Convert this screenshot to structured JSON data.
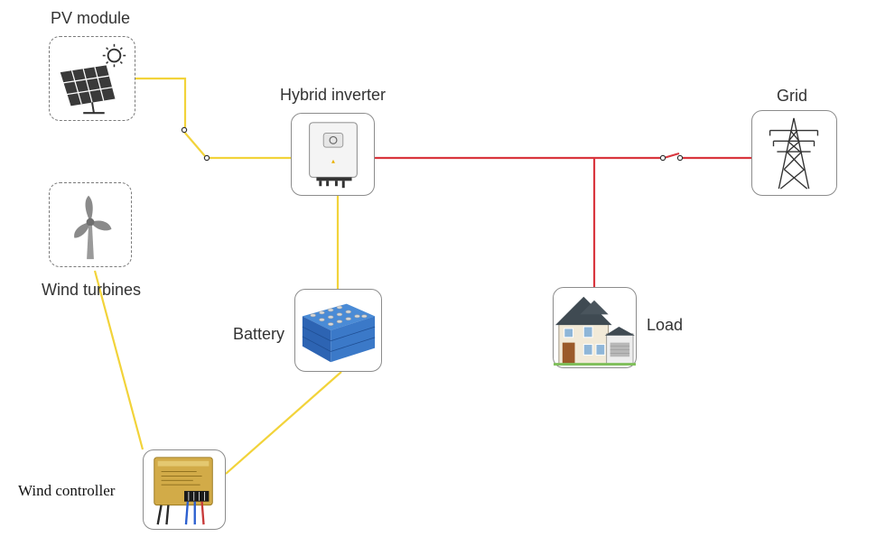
{
  "labels": {
    "pv_module": "PV module",
    "hybrid_inverter": "Hybrid inverter",
    "grid": "Grid",
    "wind_turbines": "Wind turbines",
    "battery": "Battery",
    "load": "Load",
    "wind_controller": "Wind controller"
  },
  "colors": {
    "dc_line": "#f2d33a",
    "ac_line": "#d9363e",
    "box_border": "#7a7a7a"
  },
  "icons": {
    "pv_module": "solar-panel-icon",
    "wind_turbines": "wind-turbine-icon",
    "hybrid_inverter": "inverter-icon",
    "grid": "transmission-tower-icon",
    "battery": "battery-pack-icon",
    "load": "house-icon",
    "wind_controller": "charge-controller-icon"
  }
}
